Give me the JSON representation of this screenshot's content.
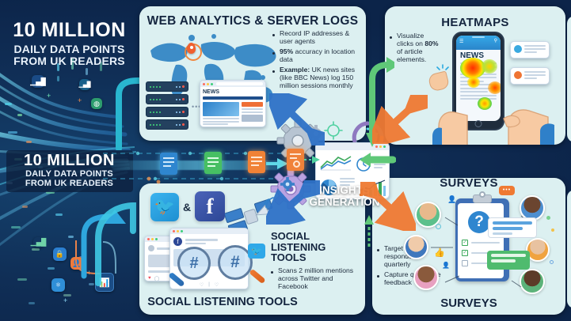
{
  "meta": {
    "background_color": "#0e2a4f",
    "panel_color": "#dcf0f1",
    "accent_cyan": "#2ec3d6",
    "accent_green": "#5fc878",
    "accent_orange": "#ef7a33",
    "accent_blue": "#2f72c7",
    "heading_color": "#14253f"
  },
  "hero_top": {
    "headline": "10 MILLION",
    "line2": "DAILY DATA POINTS",
    "line3": "FROM UK READERS"
  },
  "hero_bottom": {
    "headline": "10 MILLION",
    "line2": "DAILY DATA POINTS",
    "line3": "FROM UK READERS"
  },
  "web_analytics": {
    "title": "WEB ANALYTICS & SERVER LOGS",
    "bullets": [
      {
        "bold": "",
        "text": "Record IP addresses & user agents"
      },
      {
        "bold": "95%",
        "text": " accuracy in location data"
      },
      {
        "bold": "Example:",
        "text": " UK news sites (like BBC News) log 150 million sessions monthly"
      }
    ],
    "browser_label": "NEWS"
  },
  "heatmaps": {
    "title": "HEATMAPS",
    "bullets": [
      {
        "bold": "",
        "text": "Visualize clicks on ",
        "bold2": "80%",
        "text2": " of article elements."
      }
    ],
    "phone_label": "NEWS"
  },
  "social_listening": {
    "title_inline_line1": "SOCIAL",
    "title_inline_line2": "LISTENING",
    "title_inline_line3": "TOOLS",
    "footer_title": "SOCIAL LISTENING TOOLS",
    "ampersand": "&",
    "bullets": [
      {
        "bold": "",
        "text": "Scans 2 million mentions across Twitter and Facebook"
      }
    ],
    "hash_symbol": "#"
  },
  "surveys": {
    "title_top": "SURVEYS",
    "title_bottom": "SURVEYS",
    "question_mark": "?",
    "bullets": [
      {
        "bold": "",
        "text": "Target 5,000 respondents quarterly"
      },
      {
        "bold": "",
        "text": "Capture qualitative feedback"
      }
    ]
  },
  "insights": {
    "line1": "INSIGHTS",
    "line2": "GENERATION"
  }
}
